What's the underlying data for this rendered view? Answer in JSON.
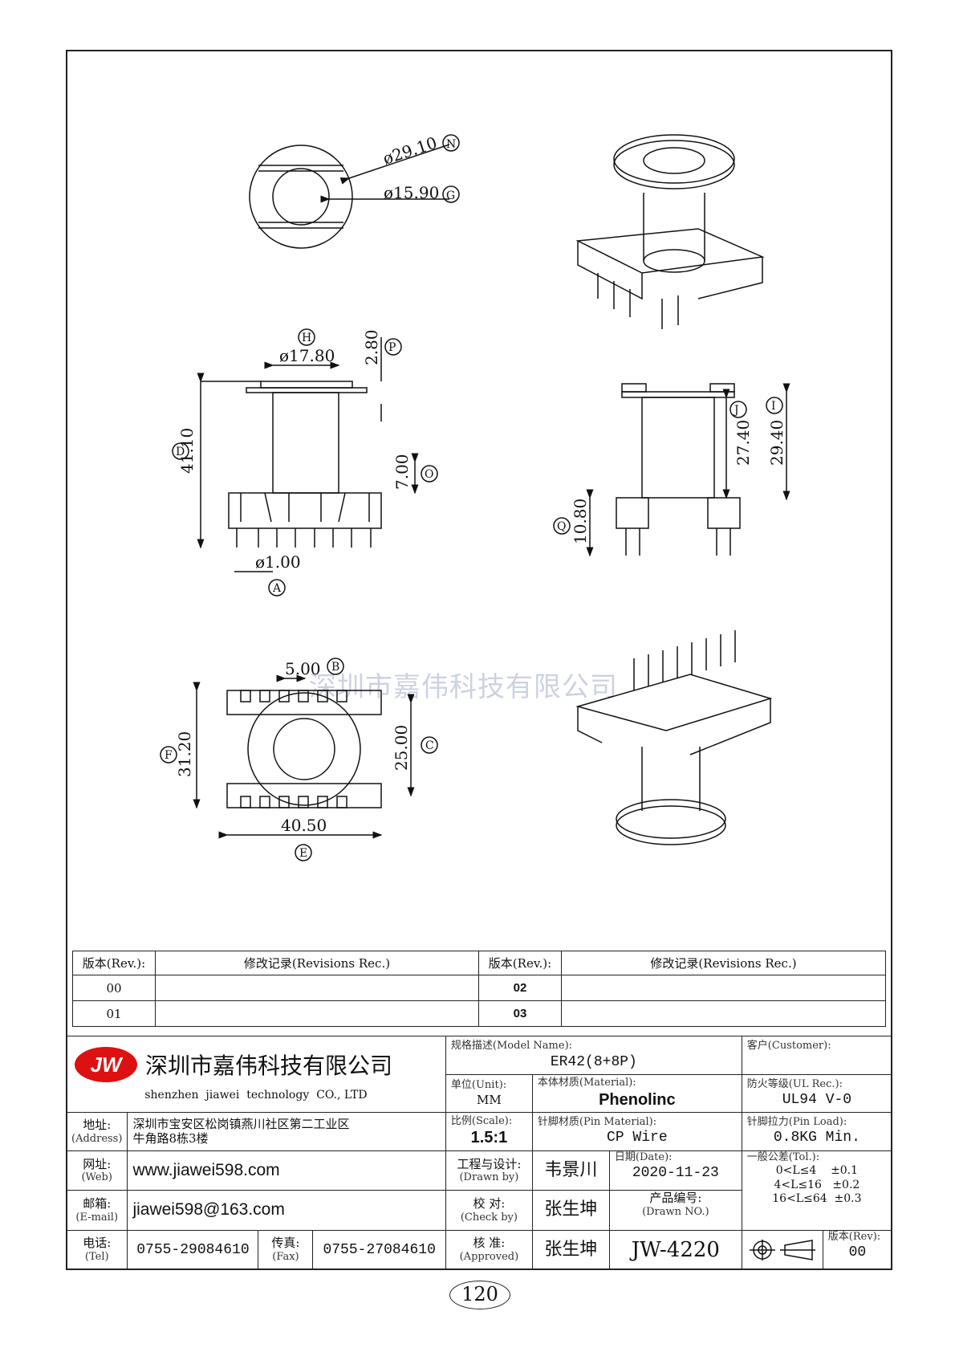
{
  "drawing": {
    "watermark": "深圳市嘉伟科技有限公司",
    "top_view": {
      "dia_outer": "ø29.10",
      "dia_inner": "ø15.90",
      "tag_outer": "N",
      "tag_inner": "G"
    },
    "front_view": {
      "dia_top": "ø17.80",
      "tag_top": "H",
      "flange_h": "2.80",
      "tag_flange": "P",
      "height": "41.10",
      "tag_height": "D",
      "base_h": "7.00",
      "tag_base": "O",
      "pin_dia": "ø1.00",
      "tag_pin": "A"
    },
    "side_view": {
      "h_inner": "27.40",
      "tag_inner": "J",
      "h_outer": "29.40",
      "tag_outer": "I",
      "pin_h": "10.80",
      "tag_pin": "Q"
    },
    "bottom_view": {
      "pitch": "5.00",
      "tag_pitch": "B",
      "depth": "31.20",
      "tag_depth": "F",
      "inner_w": "25.00",
      "tag_inner": "C",
      "width": "40.50",
      "tag_width": "E"
    }
  },
  "revisions": {
    "col_rev": "版本(Rev.):",
    "col_rec": "修改记录(Revisions Rec.)",
    "rows": [
      {
        "left": "00",
        "right": "02"
      },
      {
        "left": "01",
        "right": "03"
      }
    ]
  },
  "title_block": {
    "logo": "JW",
    "company_cn": "深圳市嘉伟科技有限公司",
    "company_en": "shenzhen  jiawei  technology  CO., LTD",
    "address_label": "地址:",
    "address_label_en": "(Address)",
    "address_line1": "深圳市宝安区松岗镇燕川社区第二工业区",
    "address_line2": "牛角路8栋3楼",
    "web_label": "网址:",
    "web_label_en": "(Web)",
    "web": "www.jiawei598.com",
    "email_label": "邮箱:",
    "email_label_en": "(E-mail)",
    "email": "jiawei598@163.com",
    "tel_label": "电话:",
    "tel_label_en": "(Tel)",
    "tel": "0755-29084610",
    "fax_label": "传真:",
    "fax_label_en": "(Fax)",
    "fax": "0755-27084610",
    "model_label": "规格描述(Model Name):",
    "model": "ER42(8+8P)",
    "customer_label": "客户(Customer):",
    "unit_label": "单位(Unit):",
    "unit": "MM",
    "material_label": "本体材质(Material):",
    "material": "Phenolinc",
    "ul_label": "防火等级(UL Rec.):",
    "ul": "UL94 V-0",
    "scale_label": "比例(Scale):",
    "scale": "1.5:1",
    "pin_material_label": "针脚材质(Pin Material):",
    "pin_material": "CP Wire",
    "pin_load_label": "针脚拉力(Pin Load):",
    "pin_load": "0.8KG Min.",
    "drawn_label": "工程与设计:",
    "drawn_label_en": "(Drawn by)",
    "drawn": "韦景川",
    "date_label": "日期(Date):",
    "date": "2020-11-23",
    "tol_label": "一般公差(Tol.):",
    "tol_lines": [
      "0<L≤4    ±0.1",
      "4<L≤16   ±0.2",
      "16<L≤64  ±0.3"
    ],
    "check_label": "校  对:",
    "check_label_en": "(Check by)",
    "check": "张生坤",
    "part_label": "产品编号:",
    "part_label_en": "(Drawn NO.)",
    "approved_label": "核  准:",
    "approved_label_en": "(Approved)",
    "approved": "张生坤",
    "part_no": "JW-4220",
    "rev_label": "版本(Rev):",
    "rev": "00"
  },
  "page_number": "120"
}
